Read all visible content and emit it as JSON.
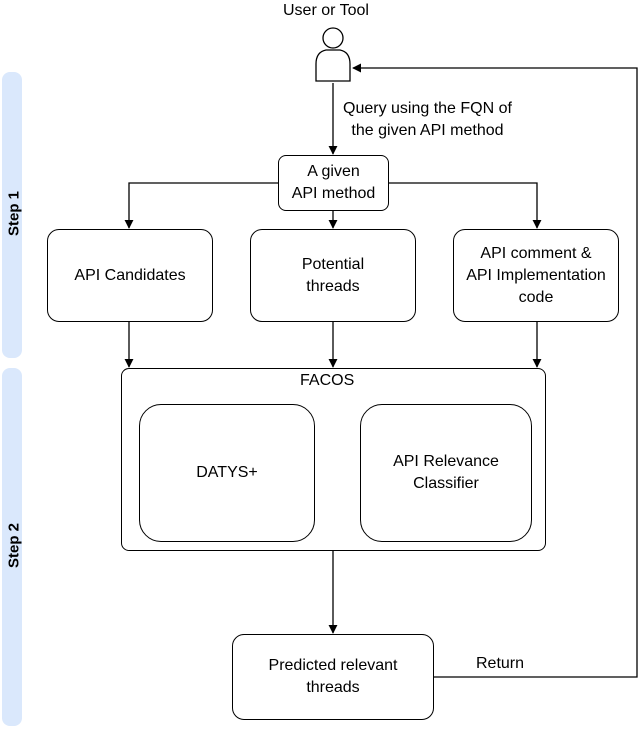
{
  "actor": {
    "label": "User or Tool",
    "icon": "user-icon"
  },
  "query_label": "Query using the FQN of\nthe given API method",
  "given_method": "A given\nAPI method",
  "step1": {
    "label": "Step 1",
    "boxes": [
      "API Candidates",
      "Potential\nthreads",
      "API comment &\nAPI Implementation\ncode"
    ]
  },
  "step2": {
    "label": "Step 2",
    "container": "FACOS",
    "inner": [
      "DATYS+",
      "API Relevance\nClassifier"
    ]
  },
  "output": "Predicted relevant\nthreads",
  "return_label": "Return",
  "colors": {
    "step_band": "#dae8fc",
    "stroke": "#000000"
  }
}
